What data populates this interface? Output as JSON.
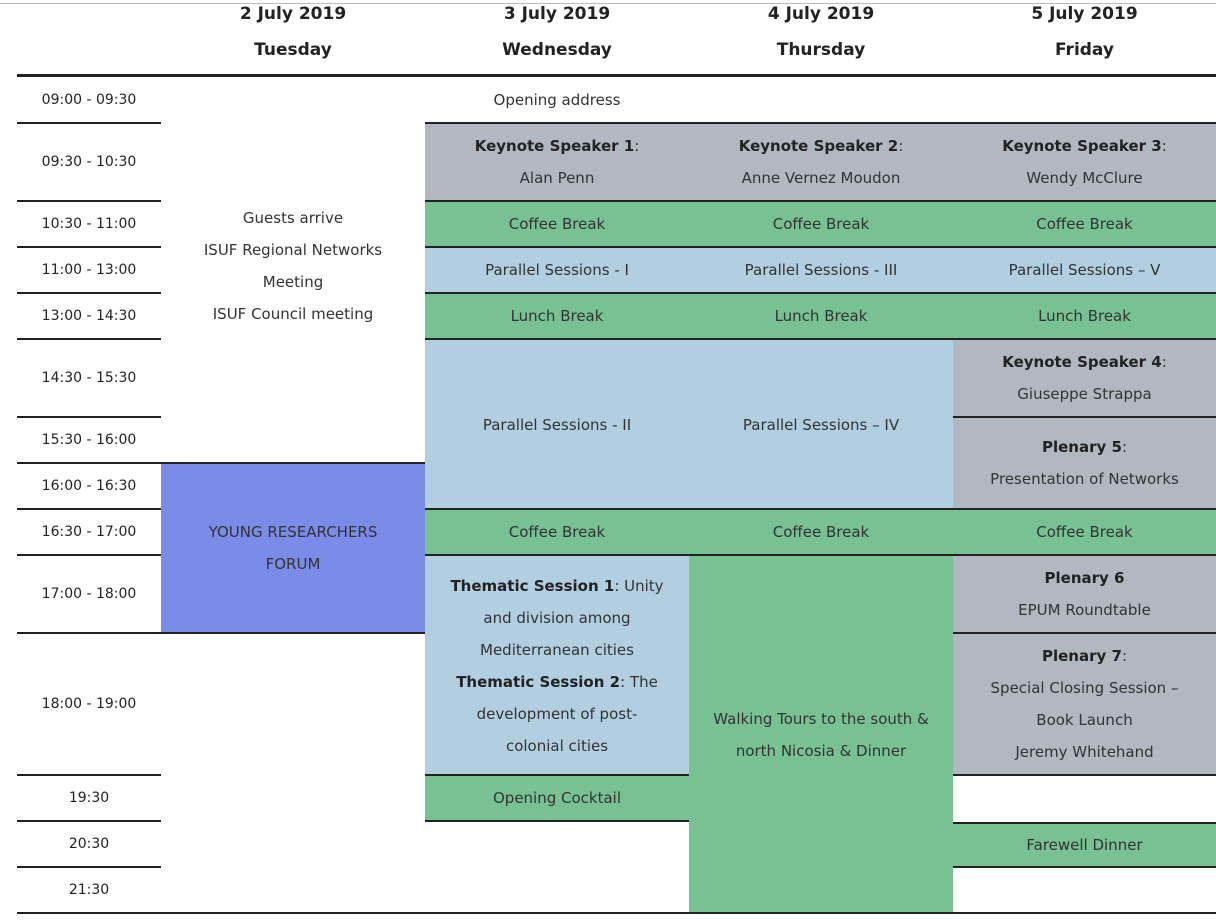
{
  "days": [
    {
      "date": "2 July 2019",
      "weekday": "Tuesday"
    },
    {
      "date": "3 July 2019",
      "weekday": "Wednesday"
    },
    {
      "date": "4 July 2019",
      "weekday": "Thursday"
    },
    {
      "date": "5 July 2019",
      "weekday": "Friday"
    }
  ],
  "times": [
    "09:00 - 09:30",
    "09:30 - 10:30",
    "10:30 - 11:00",
    "11:00 - 13:00",
    "13:00 - 14:30",
    "14:30 - 15:30",
    "15:30 - 16:00",
    "16:00 - 16:30",
    "16:30 - 17:00",
    "17:00 - 18:00",
    "18:00 - 19:00",
    "19:30",
    "20:30",
    "21:30"
  ],
  "tue": {
    "guests_lines": [
      "Guests arrive",
      "ISUF Regional Networks",
      "Meeting",
      "ISUF Council meeting"
    ],
    "forum_lines": [
      "YOUNG RESEARCHERS",
      "FORUM"
    ]
  },
  "opening_address": "Opening address",
  "keynotes": [
    {
      "label": "Keynote Speaker 1",
      "sep": ":",
      "name": "Alan Penn"
    },
    {
      "label": "Keynote Speaker 2",
      "sep": ":",
      "name": "Anne Vernez Moudon"
    },
    {
      "label": "Keynote Speaker 3",
      "sep": ":",
      "name": "Wendy McClure"
    }
  ],
  "coffee_break": "Coffee Break",
  "lunch_break": "Lunch Break",
  "parallel": {
    "wed_1": "Parallel Sessions - I",
    "thu_3": "Parallel Sessions - III",
    "fri_5": "Parallel Sessions – V",
    "wed_2": "Parallel Sessions - II",
    "thu_4": "Parallel Sessions – IV"
  },
  "keynote4": {
    "label": "Keynote Speaker 4",
    "sep": ":",
    "name": "Giuseppe Strappa"
  },
  "plenary5": {
    "label": "Plenary 5",
    "sep": ":",
    "text": "Presentation of Networks"
  },
  "thematic": {
    "s1_label": "Thematic Session 1",
    "s1_line1": ": Unity",
    "s1_line2": "and division among",
    "s1_line3": "Mediterranean cities",
    "s2_label": "Thematic Session 2",
    "s2_line1": ": The",
    "s2_line2": "development of post-",
    "s2_line3": "colonial cities"
  },
  "walking_tours": [
    "Walking Tours to the south &",
    "north Nicosia & Dinner"
  ],
  "plenary6": {
    "label": "Plenary 6",
    "text": "EPUM Roundtable"
  },
  "plenary7": {
    "label": "Plenary 7",
    "sep": ":",
    "lines": [
      "Special Closing Session –",
      "Book Launch",
      "Jeremy Whitehand"
    ]
  },
  "opening_cocktail": "Opening Cocktail",
  "farewell_dinner": "Farewell Dinner",
  "colors": {
    "grey": "#b2b8bf",
    "green": "#78c193",
    "blue": "#b2cee1",
    "purple": "#7b8be8"
  }
}
